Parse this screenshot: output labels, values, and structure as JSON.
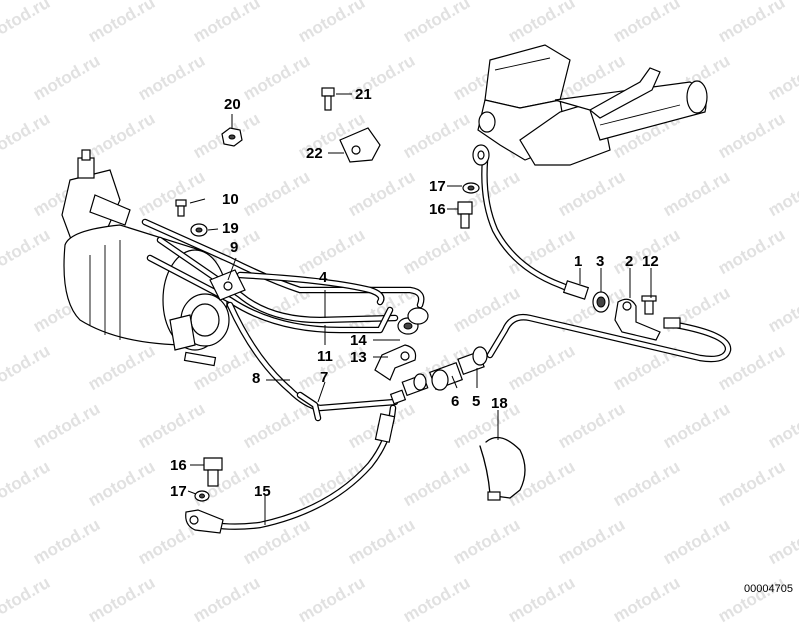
{
  "watermark": "motod.ru",
  "diagram_code": "00004705",
  "callouts": {
    "c1": "1",
    "c2": "2",
    "c3": "3",
    "c4": "4",
    "c5": "5",
    "c6": "6",
    "c7": "7",
    "c8": "8",
    "c9": "9",
    "c10": "10",
    "c11": "11",
    "c12": "12",
    "c13": "13",
    "c14": "14",
    "c15": "15",
    "c16a": "16",
    "c16b": "16",
    "c17a": "17",
    "c17b": "17",
    "c18": "18",
    "c19": "19",
    "c20": "20",
    "c21": "21",
    "c22": "22"
  }
}
